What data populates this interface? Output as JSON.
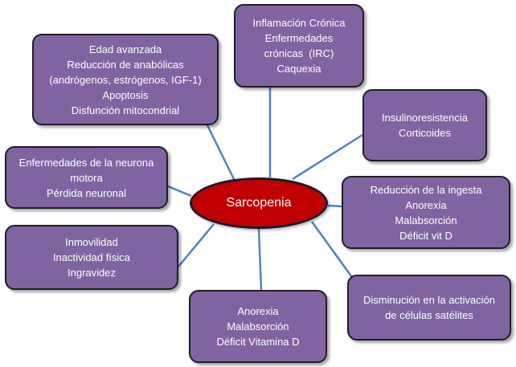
{
  "diagram": {
    "center": {
      "label": "Sarcopenia"
    },
    "nodes": [
      {
        "id": "edad",
        "lines": [
          "Edad avanzada",
          "Reducción de anabólicas",
          "(andrógenos, estrógenos, IGF-1)",
          "Apoptosis",
          "Disfunción mitocondrial"
        ]
      },
      {
        "id": "inflamacion",
        "lines": [
          "Inflamación Crónica",
          "Enfermedades",
          "crónicas  (IRC)",
          "Caquexia"
        ]
      },
      {
        "id": "insulino",
        "lines": [
          "Insulinoresistencia",
          "Corticoides"
        ]
      },
      {
        "id": "neurona",
        "lines": [
          "Enfermedades de la neurona",
          "motora",
          "Pérdida neuronal"
        ]
      },
      {
        "id": "reduccion",
        "lines": [
          "Reducción de la ingesta",
          "Anorexia",
          "Malabsorción",
          "Déficit vit D"
        ]
      },
      {
        "id": "inmovilidad",
        "lines": [
          "Inmovilidad",
          "Inactividad física",
          "Ingravidez"
        ]
      },
      {
        "id": "disminucion",
        "lines": [
          "Disminución en la activación",
          "de células satélites"
        ]
      },
      {
        "id": "anorexia",
        "lines": [
          "Anorexia",
          "Malabsorción",
          "Déficit Vitamina D"
        ]
      }
    ],
    "colors": {
      "node_fill": "#8064a2",
      "center_fill": "#c00000",
      "connector": "#4f81bd",
      "text": "#ffffff"
    }
  }
}
